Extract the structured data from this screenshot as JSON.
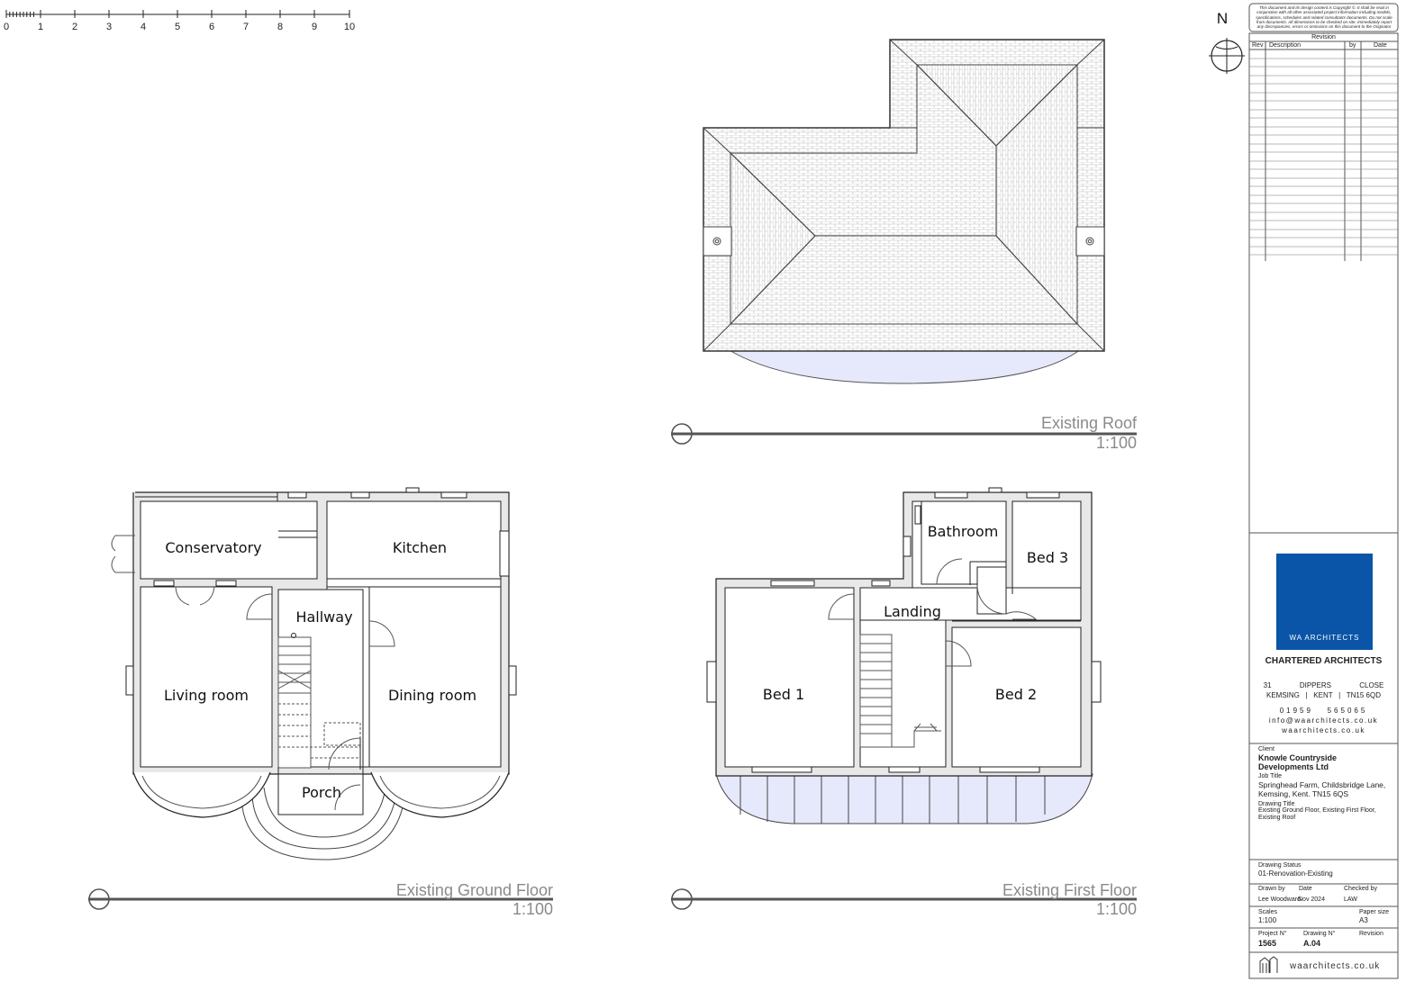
{
  "scale_bar": {
    "ticks": [
      "0",
      "1",
      "2",
      "3",
      "4",
      "5",
      "6",
      "7",
      "8",
      "9",
      "10"
    ]
  },
  "north": "N",
  "drawings": {
    "roof": {
      "title": "Existing Roof",
      "scale": "1:100"
    },
    "ground": {
      "title": "Existing Ground Floor",
      "scale": "1:100"
    },
    "first": {
      "title": "Existing First Floor",
      "scale": "1:100"
    }
  },
  "rooms_ground": {
    "conservatory": "Conservatory",
    "kitchen": "Kitchen",
    "hallway": "Hallway",
    "living": "Living room",
    "dining": "Dining room",
    "porch": "Porch"
  },
  "rooms_first": {
    "bathroom": "Bathroom",
    "bed3": "Bed 3",
    "landing": "Landing",
    "bed1": "Bed 1",
    "bed2": "Bed 2"
  },
  "title_block": {
    "notice": "This document and its design content is Copyright ©. It shall be read in conjunction with all other associated project information including models, specifications, schedules and related consultants documents. Do not scale from documents. All dimensions to be checked on site. Immediately report any discrepancies, errors or omissions on this document to the Originator",
    "revision_header": "Revision",
    "rev_col": "Rev",
    "desc_col": "Description",
    "by_col": "by",
    "date_col": "Date",
    "logo_text": "WA ARCHITECTS",
    "company": "CHARTERED ARCHITECTS",
    "addr1": [
      "31",
      "DIPPERS",
      "CLOSE"
    ],
    "addr2": "KEMSING   |   KENT   |   TN15 6QD",
    "phone": "01959   565065",
    "email": "info@waarchitects.co.uk",
    "web": "waarchitects.co.uk",
    "client_label": "Client",
    "client": "Knowle Countryside Developments Ltd",
    "job_label": "Job Title",
    "job": "Springhead Farm, Childsbridge Lane, Kemsing, Kent.  TN15 6QS",
    "drawing_title_label": "Drawing Title",
    "drawing_title": "Existing Ground Floor, Existing First Floor, Existing Roof",
    "status_label": "Drawing Status",
    "status": "01-Renovation-Existing",
    "drawn_by_label": "Drawn by",
    "drawn_by": "Lee Woodward",
    "date_label": "Date",
    "date": "Nov 2024",
    "checked_label": "Checked by",
    "checked": "LAW",
    "scales_label": "Scales",
    "scales": "1:100",
    "paper_label": "Paper size",
    "paper": "A3",
    "project_label": "Project N°",
    "project": "1565",
    "drawing_no_label": "Drawing N°",
    "drawing_no": "A.04",
    "revision_label": "Revision",
    "footer_web": "waarchitects.co.uk"
  },
  "colors": {
    "line": "#222222",
    "glass": "#e6e8fb",
    "logo": "#0a55a8",
    "title_grey": "#8a8a8a"
  }
}
